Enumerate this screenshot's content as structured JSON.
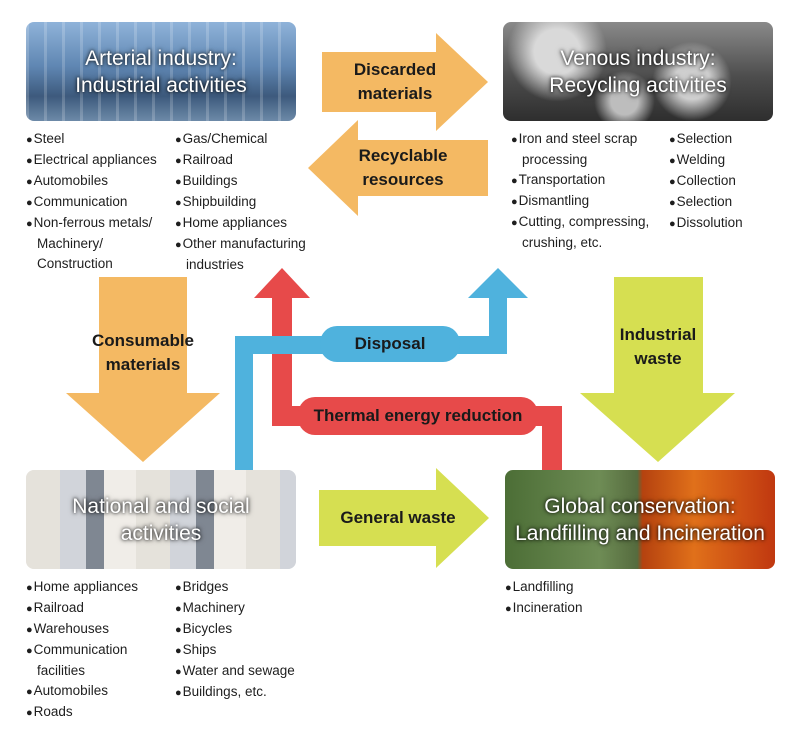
{
  "nodes": {
    "arterial": {
      "title1": "Arterial industry:",
      "title2": "Industrial activities"
    },
    "venous": {
      "title1": "Venous industry:",
      "title2": "Recycling activities"
    },
    "national": {
      "title1": "National and social",
      "title2": "activities"
    },
    "global": {
      "title1": "Global conservation:",
      "title2": "Landfilling and Incineration"
    }
  },
  "flows": {
    "discarded": {
      "line1": "Discarded",
      "line2": "materials"
    },
    "recyclable": {
      "line1": "Recyclable",
      "line2": "resources"
    },
    "consumable": {
      "line1": "Consumable",
      "line2": "materials"
    },
    "industrial_waste": {
      "line1": "Industrial",
      "line2": "waste"
    },
    "disposal": "Disposal",
    "thermal": "Thermal energy reduction",
    "general_waste": "General waste"
  },
  "lists": {
    "arterial_col1": [
      "Steel",
      "Electrical appliances",
      "Automobiles",
      "Communication",
      "Non-ferrous metals/",
      "Machinery/",
      "Construction"
    ],
    "arterial_col2": [
      "Gas/Chemical",
      "Railroad",
      "Buildings",
      "Shipbuilding",
      "Home appliances",
      "Other manufacturing",
      "industries"
    ],
    "venous_col1": [
      "Iron and steel scrap",
      "processing",
      "Transportation",
      "Dismantling",
      "Cutting, compressing,",
      "crushing, etc."
    ],
    "venous_col2": [
      "Selection",
      "Welding",
      "Collection",
      "Selection",
      "Dissolution"
    ],
    "national_col1": [
      "Home appliances",
      "Railroad",
      "Warehouses",
      "Communication",
      "facilities",
      "Automobiles",
      "Roads"
    ],
    "national_col2": [
      "Bridges",
      "Machinery",
      "Bicycles",
      "Ships",
      "Water and sewage",
      "Buildings, etc."
    ],
    "global_col1": [
      "Landfilling",
      "Incineration"
    ]
  },
  "colors": {
    "orange": "#f4b963",
    "yellow_green": "#d6df51",
    "blue": "#4fb2dd",
    "red": "#e74a4a"
  }
}
